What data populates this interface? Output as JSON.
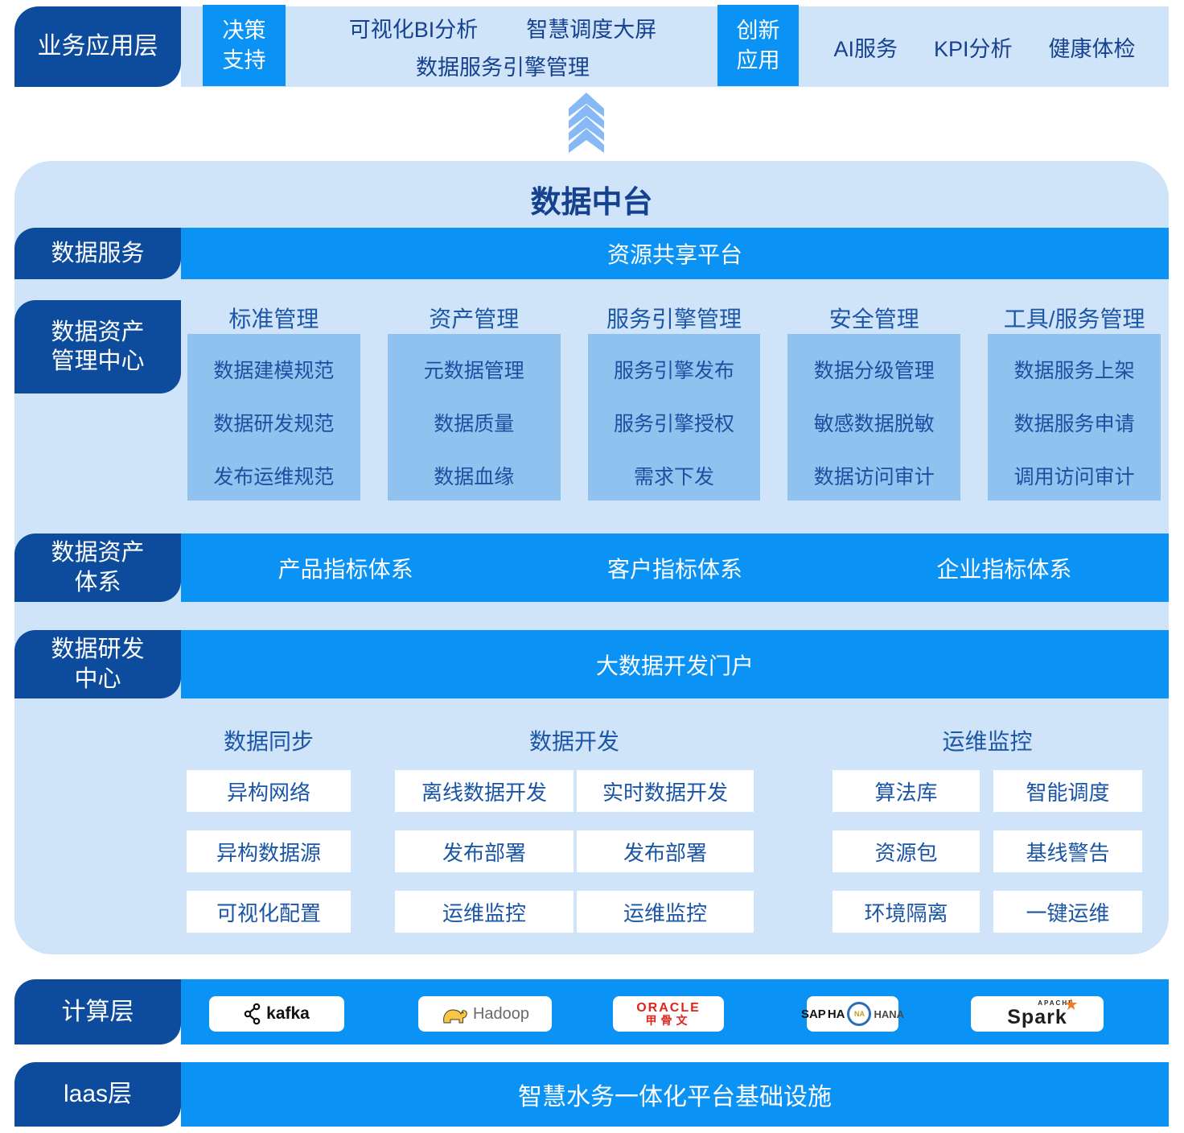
{
  "colors": {
    "navy": "#0d4b9d",
    "bright_blue": "#0a92f5",
    "light_blue": "#cfe3f9",
    "panel_blue": "#90c2f0",
    "arrow_blue": "#86b9f5",
    "dark_text": "#15418f"
  },
  "app_layer": {
    "label": "业务应用层",
    "decision_tag": {
      "line1": "决策",
      "line2": "支持"
    },
    "decision_items_row1": [
      "可视化BI分析",
      "智慧调度大屏"
    ],
    "decision_items_row2": "数据服务引擎管理",
    "innovation_tag": {
      "line1": "创新",
      "line2": "应用"
    },
    "innovation_items": [
      "AI服务",
      "KPI分析",
      "健康体检"
    ]
  },
  "platform": {
    "title": "数据中台",
    "data_service": {
      "label": "数据服务",
      "band": "资源共享平台"
    },
    "asset_center": {
      "label": {
        "line1": "数据资产",
        "line2": "管理中心"
      },
      "columns": [
        {
          "header": "标准管理",
          "items": [
            "数据建模规范",
            "数据研发规范",
            "发布运维规范"
          ]
        },
        {
          "header": "资产管理",
          "items": [
            "元数据管理",
            "数据质量",
            "数据血缘"
          ]
        },
        {
          "header": "服务引擎管理",
          "items": [
            "服务引擎发布",
            "服务引擎授权",
            "需求下发"
          ]
        },
        {
          "header": "安全管理",
          "items": [
            "数据分级管理",
            "敏感数据脱敏",
            "数据访问审计"
          ]
        },
        {
          "header": "工具/服务管理",
          "items": [
            "数据服务上架",
            "数据服务申请",
            "调用访问审计"
          ]
        }
      ]
    },
    "asset_system": {
      "label": {
        "line1": "数据资产",
        "line2": "体系"
      },
      "items": [
        "产品指标体系",
        "客户指标体系",
        "企业指标体系"
      ]
    },
    "dev_center": {
      "label": {
        "line1": "数据研发",
        "line2": "中心"
      },
      "band": "大数据开发门户",
      "groups": [
        {
          "header": "数据同步",
          "columns": [
            [
              "异构网络",
              "异构数据源",
              "可视化配置"
            ]
          ]
        },
        {
          "header": "数据开发",
          "columns": [
            [
              "离线数据开发",
              "发布部署",
              "运维监控"
            ],
            [
              "实时数据开发",
              "发布部署",
              "运维监控"
            ]
          ]
        },
        {
          "header": "运维监控",
          "columns": [
            [
              "算法库",
              "资源包",
              "环境隔离"
            ],
            [
              "智能调度",
              "基线警告",
              "一键运维"
            ]
          ]
        }
      ]
    }
  },
  "compute_layer": {
    "label": "计算层",
    "logos": {
      "kafka": {
        "text": "kafka"
      },
      "hadoop": {
        "text": "Hadoop"
      },
      "oracle": {
        "line1": "ORACLE",
        "line2": "甲骨文"
      },
      "sap": {
        "part1": "SAP",
        "part2": "HA",
        "zoom": "NA",
        "part3": "HANA"
      },
      "spark": {
        "apache": "APACHE",
        "text": "Spark"
      }
    }
  },
  "iaas_layer": {
    "label": "laas层",
    "band": "智慧水务一体化平台基础设施"
  }
}
